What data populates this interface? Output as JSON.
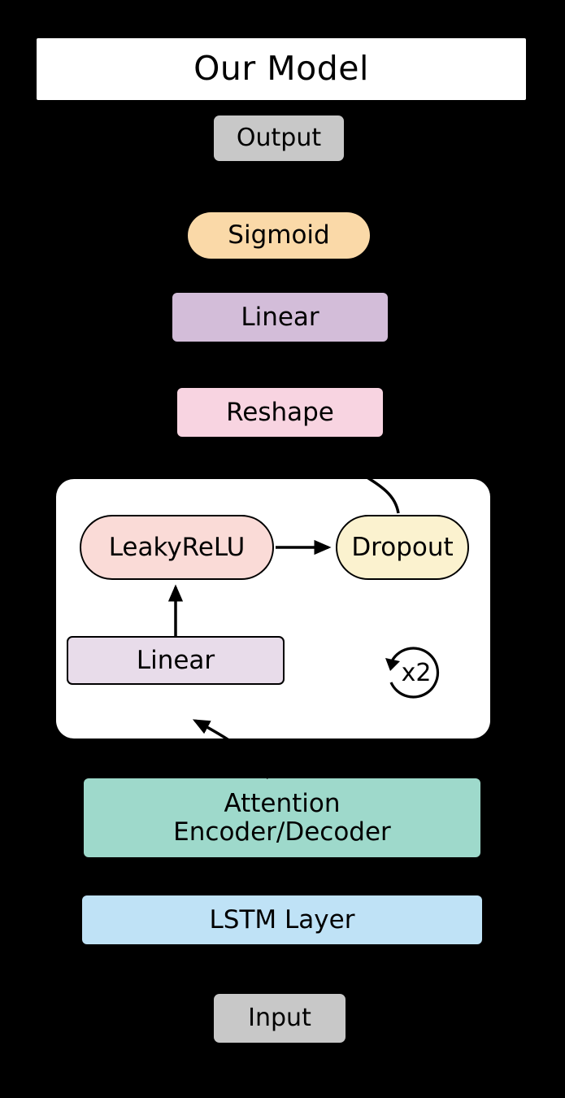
{
  "diagram": {
    "title": "Our Model",
    "background_color": "#000000",
    "type": "neural-network-architecture-flowchart",
    "flow_direction": "bottom-to-top",
    "terminals": {
      "output_label": "Output",
      "input_label": "Input",
      "terminal_color": "#c8c8c8"
    },
    "nodes": [
      {
        "id": "output",
        "label": "Output",
        "color": "#c8c8c8",
        "shape": "rounded-rect"
      },
      {
        "id": "sigmoid",
        "label": "Sigmoid",
        "color": "#fad9a8",
        "shape": "pill"
      },
      {
        "id": "linear_outer",
        "label": "Linear",
        "color": "#d3bdd9",
        "shape": "rounded-rect"
      },
      {
        "id": "reshape",
        "label": "Reshape",
        "color": "#f8d4e1",
        "shape": "rounded-rect"
      },
      {
        "id": "leakyrelu",
        "label": "LeakyReLU",
        "color": "#fadbd7",
        "shape": "pill-outlined"
      },
      {
        "id": "dropout",
        "label": "Dropout",
        "color": "#fbf2cf",
        "shape": "pill-outlined"
      },
      {
        "id": "linear_inner",
        "label": "Linear",
        "color": "#e8dcea",
        "shape": "rounded-rect-outlined"
      },
      {
        "id": "attention",
        "label": "Attention\nEncoder/Decoder",
        "color": "#9ed9cb",
        "shape": "rounded-rect"
      },
      {
        "id": "lstm",
        "label": "LSTM Layer",
        "color": "#bfe2f6",
        "shape": "rounded-rect"
      },
      {
        "id": "input",
        "label": "Input",
        "color": "#c8c8c8",
        "shape": "rounded-rect"
      }
    ],
    "repeat_block": {
      "container_color": "#ffffff",
      "repeat_label": "x2",
      "contains": [
        "linear_inner",
        "leakyrelu",
        "dropout"
      ]
    },
    "edges": [
      {
        "from": "input",
        "to": "lstm"
      },
      {
        "from": "lstm",
        "to": "attention"
      },
      {
        "from": "attention",
        "to": "linear_inner"
      },
      {
        "from": "linear_inner",
        "to": "leakyrelu"
      },
      {
        "from": "leakyrelu",
        "to": "dropout"
      },
      {
        "from": "dropout",
        "to": "reshape"
      },
      {
        "from": "reshape",
        "to": "linear_outer"
      },
      {
        "from": "linear_outer",
        "to": "sigmoid"
      },
      {
        "from": "sigmoid",
        "to": "output"
      }
    ]
  }
}
